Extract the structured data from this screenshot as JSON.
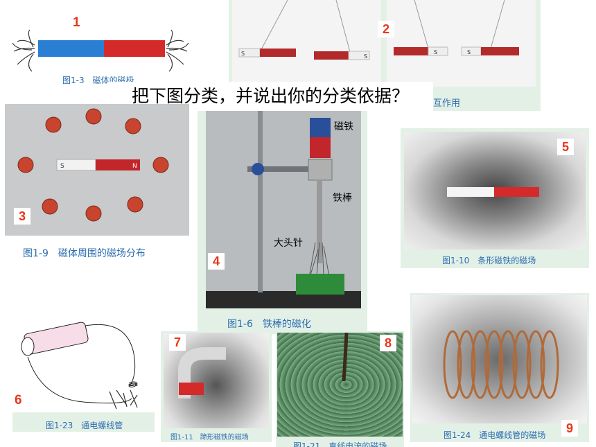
{
  "question": "把下图分类，并说出你的分类依据？",
  "panels": [
    {
      "number": "1",
      "caption": "图1-3　磁体的磁极"
    },
    {
      "number": "2",
      "caption": "互作用",
      "poles": [
        "S",
        "S",
        "S",
        "S"
      ]
    },
    {
      "number": "3",
      "caption": "图1-9　磁体周围的磁场分布",
      "poles": [
        "S",
        "N"
      ]
    },
    {
      "number": "4",
      "caption": "图1-6　铁棒的磁化",
      "labels": [
        "磁铁",
        "铁棒",
        "大头针"
      ]
    },
    {
      "number": "5",
      "caption": "图1-10　条形磁铁的磁场"
    },
    {
      "number": "6",
      "caption": "图1-23　通电螺线管"
    },
    {
      "number": "7",
      "caption": "图1-11　蹄形磁铁的磁场"
    },
    {
      "number": "8",
      "caption": "图1-21　直线电流的磁场"
    },
    {
      "number": "9",
      "caption": "图1-24　通电螺线管的磁场"
    }
  ],
  "colors": {
    "number_red": "#e8371a",
    "caption_blue": "#2b6cb0",
    "magnet_red": "#d42a2a",
    "magnet_blue": "#2a7fd4",
    "panel_bg": "#e3f0e6"
  }
}
